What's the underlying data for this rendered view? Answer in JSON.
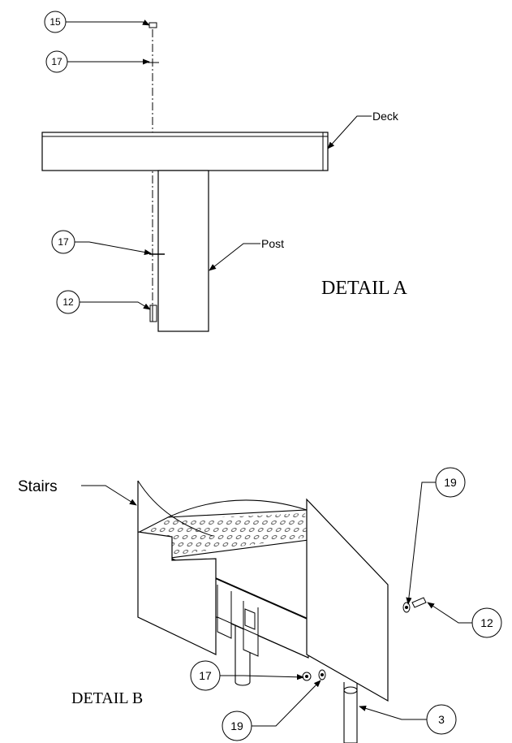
{
  "detail_a": {
    "title": "DETAIL A",
    "labels": {
      "deck": "Deck",
      "post": "Post"
    },
    "balloons": [
      "15",
      "17",
      "17",
      "12"
    ]
  },
  "detail_b": {
    "title": "DETAIL B",
    "labels": {
      "stairs": "Stairs"
    },
    "balloons": [
      "19",
      "12",
      "17",
      "3",
      "19"
    ]
  }
}
